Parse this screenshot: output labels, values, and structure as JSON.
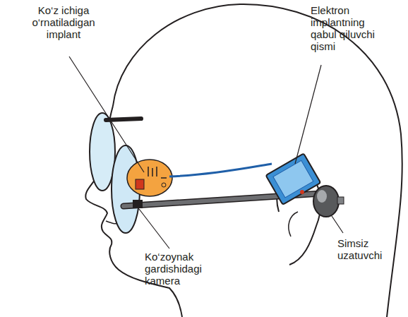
{
  "diagram": {
    "labels": [
      "Ko‘z ichiga o‘rnatiladigan implant",
      "Elektron implantning qabul qiluvchi qismi",
      "Ko‘zoynak gardishidagi kamera",
      "Simsiz uzatuvchi"
    ]
  }
}
